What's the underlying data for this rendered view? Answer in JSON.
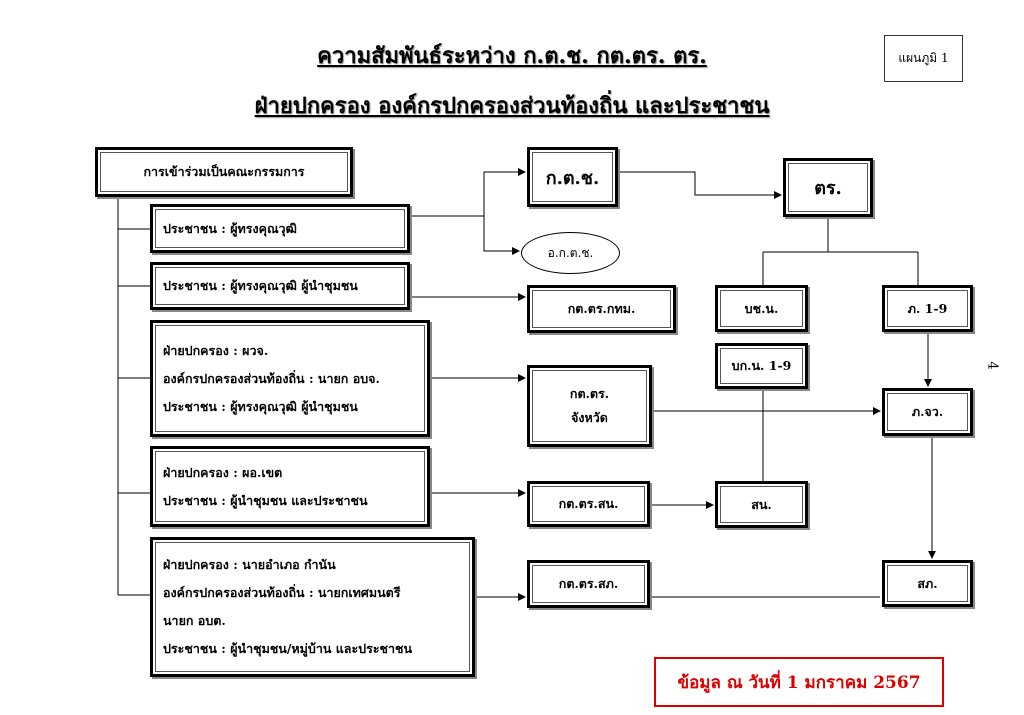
{
  "title": {
    "line1": "ความสัมพันธ์ระหว่าง ก.ต.ช. กต.ตร. ตร.",
    "line2": "ฝ่ายปกครอง องค์กรปกครองส่วนท้องถิ่น และประชาชน"
  },
  "chart_label": "แผนภูมิ 1",
  "page_number": "4",
  "committee_header": "การเข้าร่วมเป็นคณะกรรมการ",
  "members": [
    {
      "lines": [
        "ประชาชน : ผู้ทรงคุณวุฒิ"
      ]
    },
    {
      "lines": [
        "ประชาชน : ผู้ทรงคุณวุฒิ  ผู้นำชุมชน"
      ]
    },
    {
      "lines": [
        "ฝ่ายปกครอง :  ผวจ.",
        "องค์กรปกครองส่วนท้องถิ่น : นายก อบจ.",
        "ประชาชน  : ผู้ทรงคุณวุฒิ  ผู้นำชุมชน"
      ]
    },
    {
      "lines": [
        "ฝ่ายปกครอง :  ผอ.เขต",
        "ประชาชน  : ผู้นำชุมชน และประชาชน"
      ]
    },
    {
      "lines": [
        "ฝ่ายปกครอง :  นายอำเภอ กำนัน",
        "องค์กรปกครองส่วนท้องถิ่น : นายกเทศมนตรี",
        "นายก อบต.",
        "ประชาชน  : ผู้นำชุมชน/หมู่บ้าน และประชาชน"
      ]
    }
  ],
  "committees": {
    "kts": "ก.ต.ช.",
    "akts": "อ.ก.ต.ช.",
    "bkk": "กต.ตร.กทม.",
    "province_line1": "กต.ตร.",
    "province_line2": "จังหวัด",
    "station_bkk": "กต.ตร.สน.",
    "station_prov": "กต.ตร.สภ."
  },
  "police": {
    "tr": "ตร.",
    "bchn": "บช.น.",
    "bkn": "บก.น. 1-9",
    "sn": "สน.",
    "ph": "ภ. 1-9",
    "phjw": "ภ.จว.",
    "sph": "สภ."
  },
  "footnote": "ข้อมูล ณ วันที่ 1 มกราคม 2567"
}
